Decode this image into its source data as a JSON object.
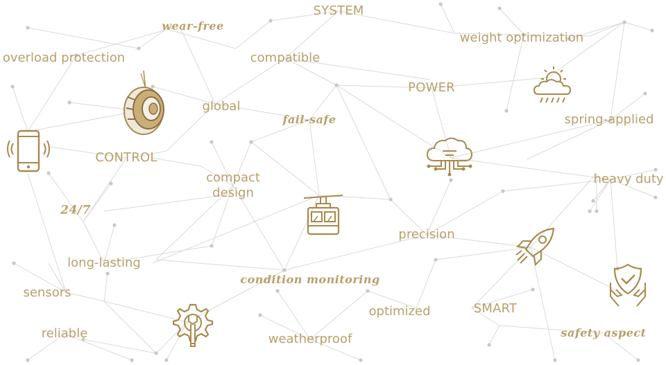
{
  "colors": {
    "accent": "#b8a06a",
    "icon": "#a8894b",
    "line": "#d9d9d9",
    "dot": "#c8c8c8",
    "background": "#ffffff"
  },
  "labels": {
    "system": "SYSTEM",
    "wear_free": "wear-free",
    "weight_optimization": "weight optimization",
    "overload_protection": "overload protection",
    "compatible": "compatible",
    "power": "POWER",
    "global": "global",
    "fail_safe": "fail-safe",
    "spring_applied": "spring-applied",
    "control": "CONTROL",
    "compact_design_line1": "compact",
    "compact_design_line2": "design",
    "heavy_duty": "heavy duty",
    "always_on": "24/7",
    "precision": "precision",
    "long_lasting": "long-lasting",
    "condition_monitoring": "condition monitoring",
    "sensors": "sensors",
    "optimized": "optimized",
    "smart": "SMART",
    "reliable": "reliable",
    "weatherproof": "weatherproof",
    "safety_aspect": "safety aspect"
  },
  "icons": [
    "brake-icon",
    "smartphone-icon",
    "weather-icon",
    "cloud-circuit-icon",
    "cable-car-icon",
    "rocket-icon",
    "gear-wrench-icon",
    "shield-hands-icon"
  ]
}
